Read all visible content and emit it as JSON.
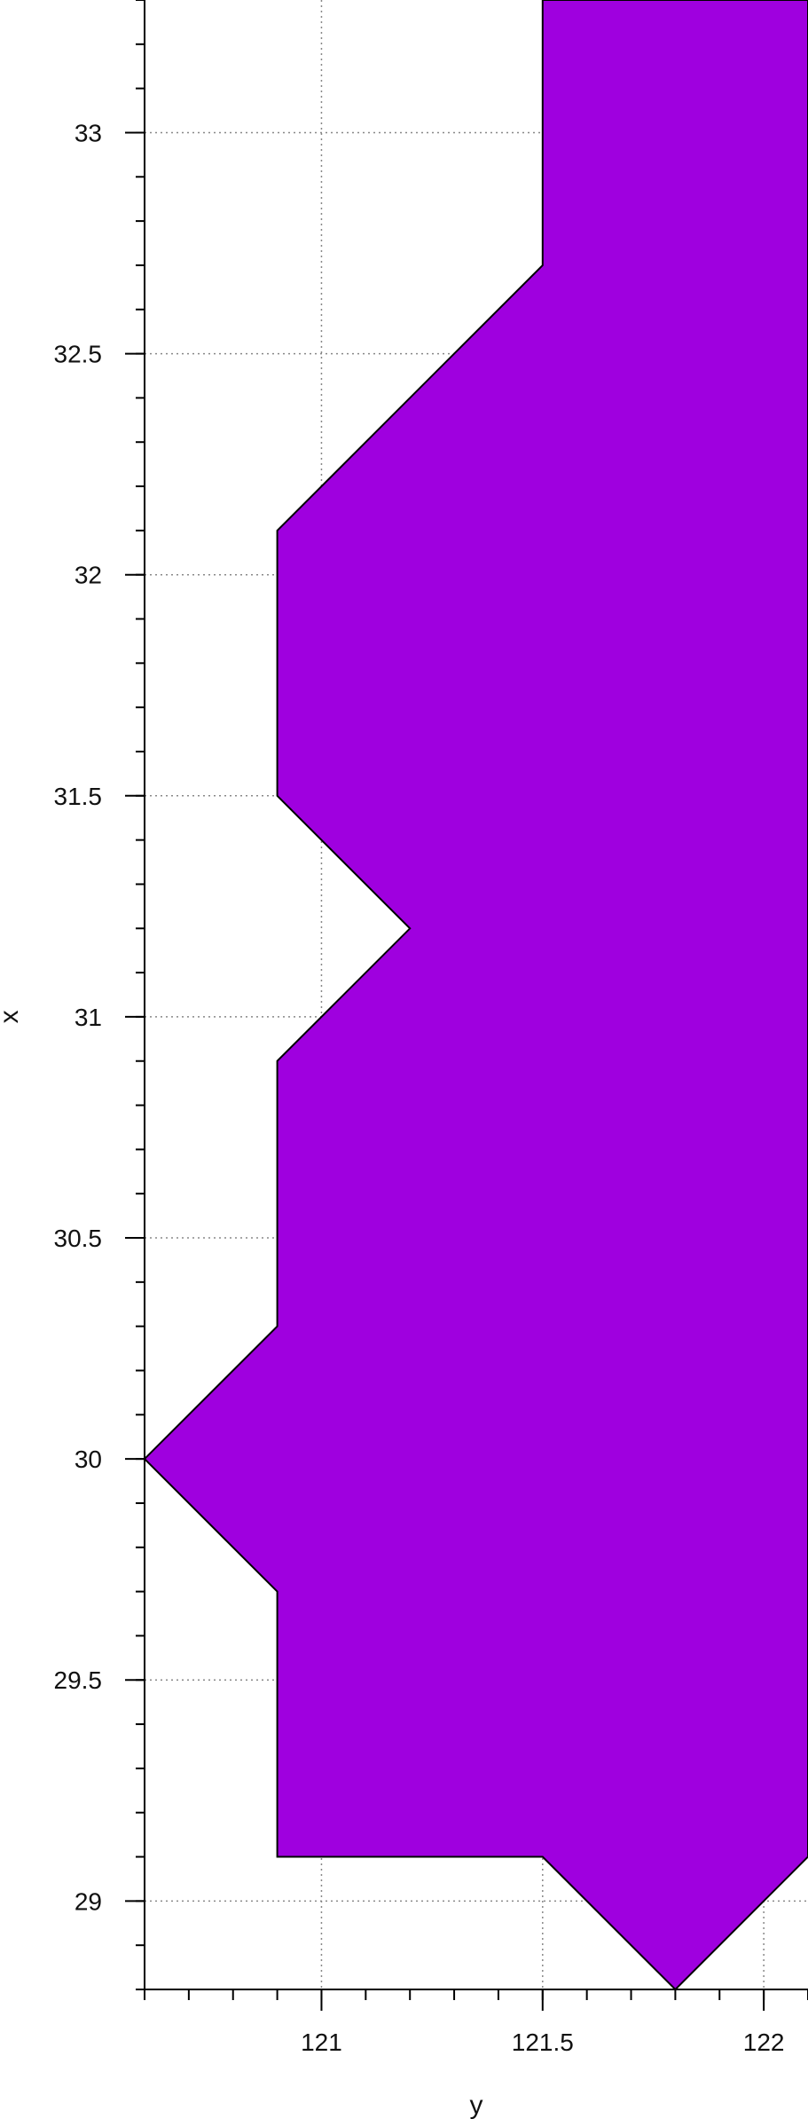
{
  "chart_data": {
    "type": "area",
    "title": "",
    "xlabel": "y",
    "ylabel": "x",
    "xlim": [
      120.6,
      122.1
    ],
    "ylim": [
      28.8,
      33.3
    ],
    "x_ticks": [
      121,
      121.5,
      122
    ],
    "x_tick_labels": [
      "121",
      "121.5",
      "122"
    ],
    "y_ticks": [
      29,
      29.5,
      30,
      30.5,
      31,
      31.5,
      32,
      32.5,
      33
    ],
    "y_tick_labels": [
      "29",
      "29.5",
      "30",
      "30.5",
      "31",
      "31.5",
      "32",
      "32.5",
      "33"
    ],
    "x_minor_step": 0.1,
    "y_minor_step": 0.1,
    "grid": true,
    "grid_style": "dotted",
    "legend": "none",
    "polygon": {
      "points": [
        [
          121.5,
          33.3
        ],
        [
          122.1,
          33.3
        ],
        [
          122.1,
          29.1
        ],
        [
          121.8,
          28.8
        ],
        [
          121.5,
          29.1
        ],
        [
          120.9,
          29.1
        ],
        [
          120.9,
          29.7
        ],
        [
          120.6,
          30.0
        ],
        [
          120.9,
          30.3
        ],
        [
          120.9,
          30.9
        ],
        [
          121.2,
          31.2
        ],
        [
          120.9,
          31.5
        ],
        [
          120.9,
          32.1
        ],
        [
          121.5,
          32.7
        ]
      ],
      "fill": "#9f00df",
      "stroke": "#000000"
    }
  }
}
